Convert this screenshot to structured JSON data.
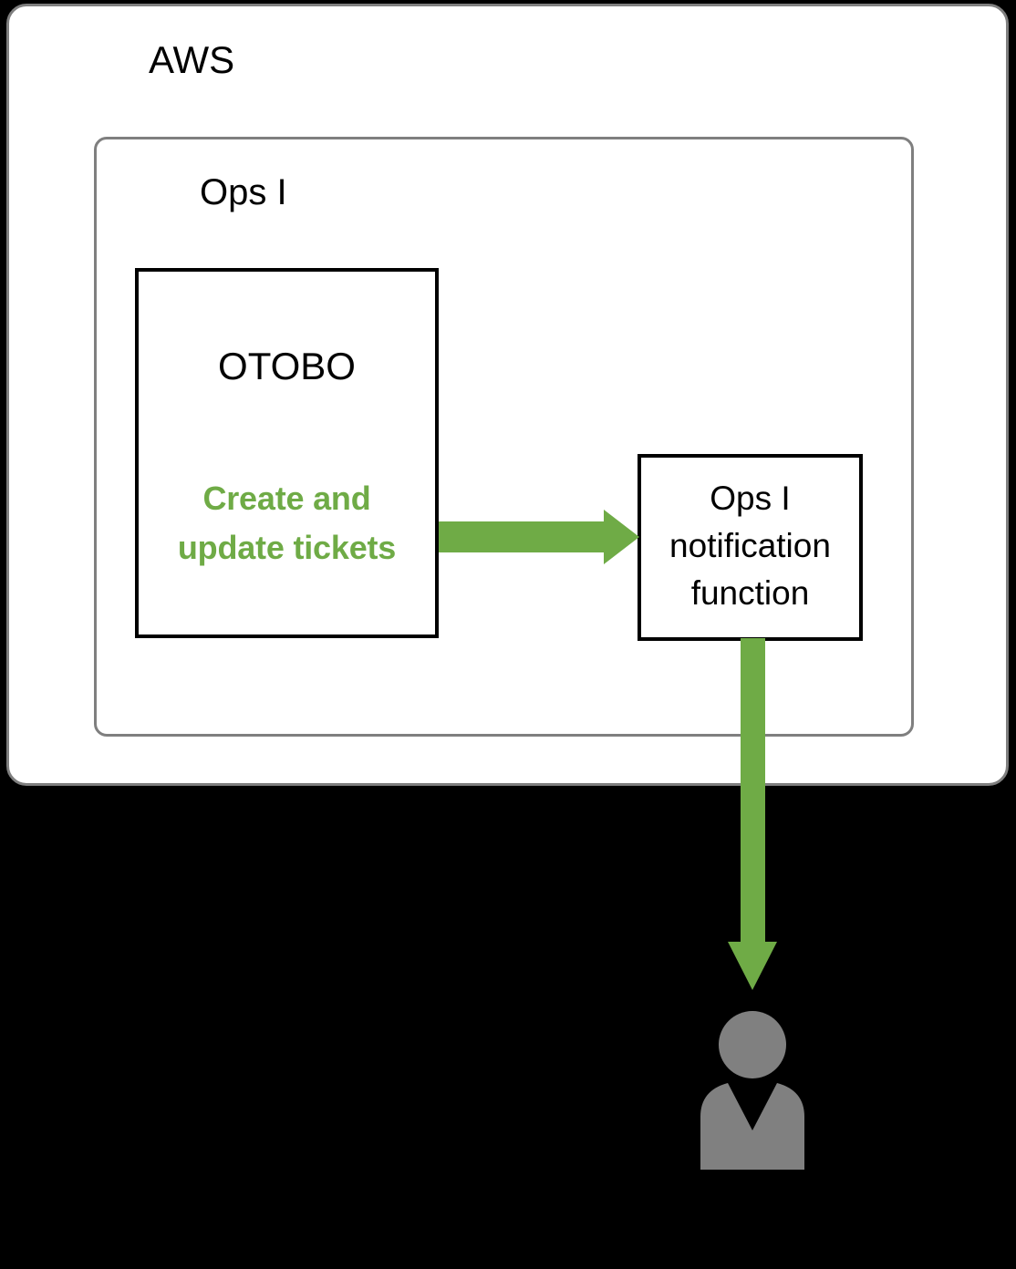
{
  "diagram": {
    "title": "AWS Ops I OTOBO ticket notification flow",
    "background_color": "#000000",
    "accent_green": "#6FAB46",
    "actor_gray": "#808080",
    "container_border": "#7f7f7f",
    "node_border": "#000000"
  },
  "containers": {
    "outer": {
      "label": "AWS",
      "border_color": "#7f7f7f",
      "fill": "#ffffff"
    },
    "inner": {
      "label": "Ops I",
      "border_color": "#7f7f7f",
      "fill": "#ffffff"
    }
  },
  "nodes": {
    "otobo": {
      "label": "OTOBO",
      "border_color": "#000000",
      "fill": "#ffffff"
    },
    "notification": {
      "line1": "Ops I",
      "line2": "notification",
      "line3": "function",
      "border_color": "#000000",
      "fill": "#ffffff"
    },
    "actor": {
      "icon": "user-person-icon",
      "fill": "#808080"
    }
  },
  "edges": [
    {
      "id": "otobo-to-notification",
      "label_line1": "Create and",
      "label_line2": "update tickets",
      "color": "#6FAB46",
      "direction": "right",
      "from": "OTOBO",
      "to": "Ops I notification function"
    },
    {
      "id": "notification-to-actor",
      "label_line1": "",
      "label_line2": "",
      "color": "#6FAB46",
      "direction": "down",
      "from": "Ops I notification function",
      "to": "user"
    }
  ]
}
